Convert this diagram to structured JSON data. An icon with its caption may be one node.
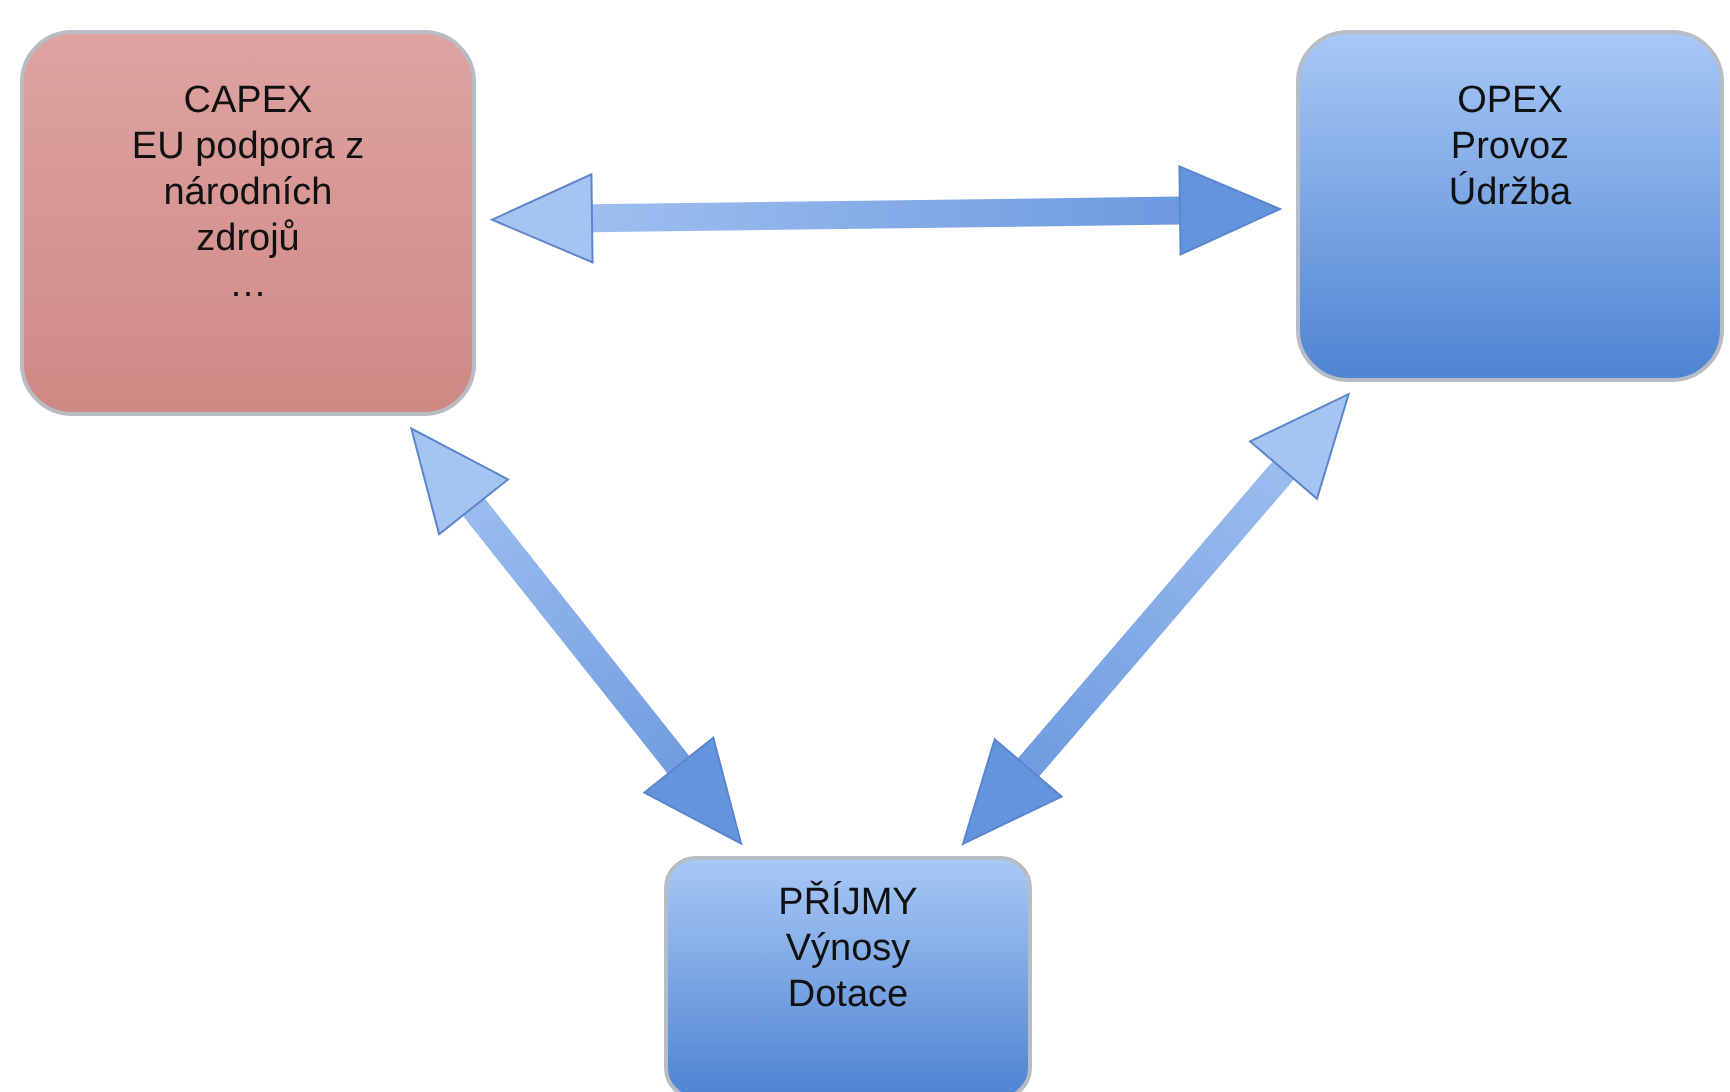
{
  "diagram": {
    "nodes": [
      {
        "text": [
          "CAPEX",
          "EU podpora z národních zdrojů",
          "…"
        ]
      },
      {
        "text": [
          "OPEX",
          "Provoz",
          "Údržba"
        ]
      },
      {
        "text": [
          "PŘÍJMY",
          "Výnosy",
          "Dotace"
        ]
      }
    ],
    "edges": [
      {
        "from": 0,
        "to": 1,
        "arrow": "both"
      },
      {
        "from": 0,
        "to": 2,
        "arrow": "both"
      },
      {
        "from": 1,
        "to": 2,
        "arrow": "both"
      }
    ]
  }
}
